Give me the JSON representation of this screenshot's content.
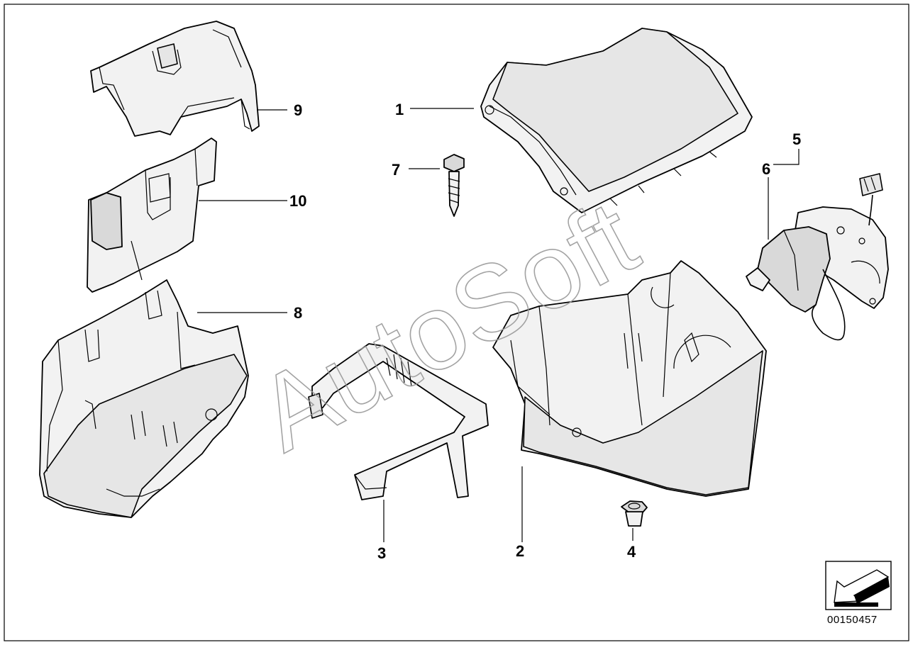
{
  "diagram": {
    "callouts": [
      {
        "id": "1",
        "label": "1"
      },
      {
        "id": "2",
        "label": "2"
      },
      {
        "id": "3",
        "label": "3"
      },
      {
        "id": "4",
        "label": "4"
      },
      {
        "id": "5",
        "label": "5"
      },
      {
        "id": "6",
        "label": "6"
      },
      {
        "id": "7",
        "label": "7"
      },
      {
        "id": "8",
        "label": "8"
      },
      {
        "id": "9",
        "label": "9"
      },
      {
        "id": "10",
        "label": "10"
      }
    ],
    "watermark": "AutoSoft",
    "document_number": "00150457",
    "icons": {
      "navigation": "arrow-down-left-icon"
    }
  }
}
